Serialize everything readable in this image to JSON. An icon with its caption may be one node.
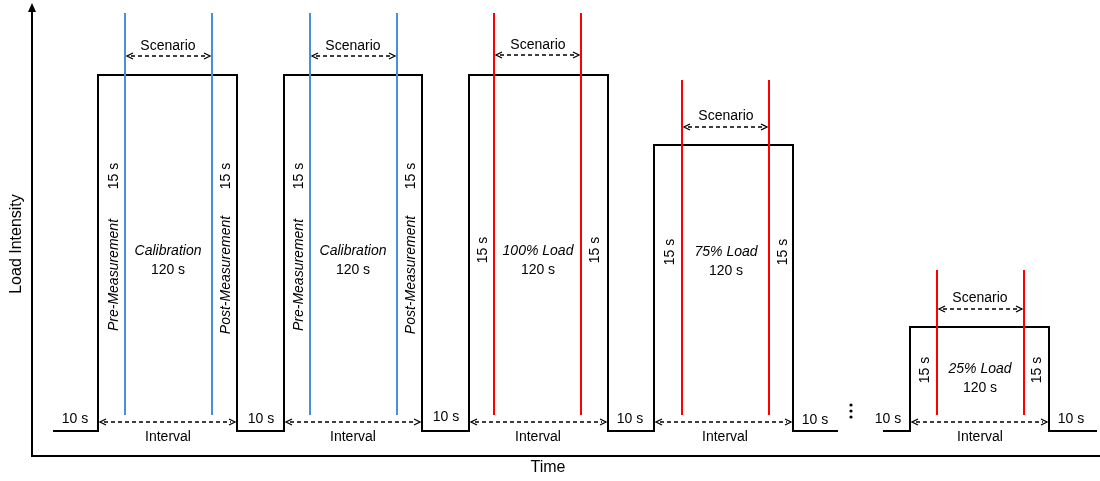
{
  "diagram": {
    "labels": [
      "Load Intensity",
      "Time",
      "Scenario",
      "15 s",
      "Pre-Measurement",
      "Calibration",
      "120 s",
      "15 s",
      "Post-Measurement",
      "10 s",
      "Interval",
      "Scenario",
      "15 s",
      "Pre-Measurement",
      "Calibration",
      "120 s",
      "15 s",
      "Post-Measurement",
      "10 s",
      "Interval",
      "Scenario",
      "15 s",
      "100% Load",
      "120 s",
      "15 s",
      "10 s",
      "Interval",
      "Scenario",
      "15 s",
      "75% Load",
      "120 s",
      "15 s",
      "10 s",
      "Interval",
      "10 s",
      "Scenario",
      "15 s",
      "25% Load",
      "120 s",
      "15 s",
      "10 s",
      "Interval",
      "10 s"
    ]
  }
}
